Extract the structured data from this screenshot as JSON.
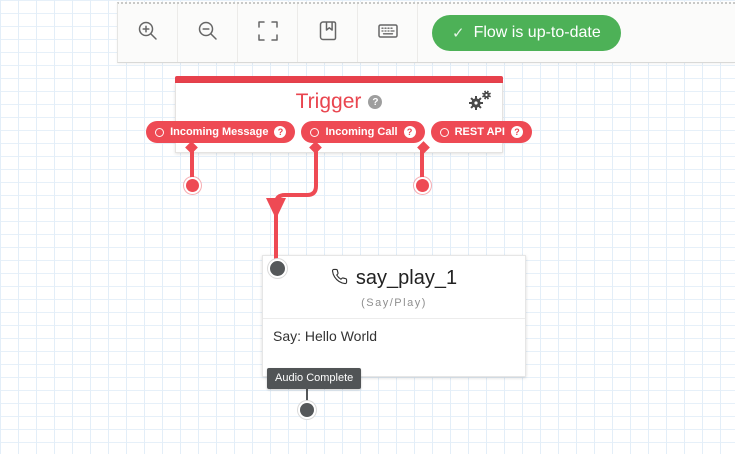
{
  "toolbar": {
    "buttons": [
      {
        "name": "zoom-in"
      },
      {
        "name": "zoom-out"
      },
      {
        "name": "fit-view"
      },
      {
        "name": "library"
      },
      {
        "name": "keyboard-shortcuts"
      }
    ],
    "status": {
      "check": "✓",
      "label": "Flow is up-to-date"
    }
  },
  "trigger": {
    "title": "Trigger",
    "help": "?",
    "transitions": [
      {
        "label": "Incoming Message",
        "help": "?"
      },
      {
        "label": "Incoming Call",
        "help": "?"
      },
      {
        "label": "REST API",
        "help": "?"
      }
    ]
  },
  "widget": {
    "title": "say_play_1",
    "type_label": "(Say/Play)",
    "body": "Say: Hello World",
    "transition": "Audio Complete"
  },
  "colors": {
    "red": "#ee4a54",
    "green": "#4db157",
    "dark": "#55585a",
    "grid_line": "#e3eef8"
  }
}
